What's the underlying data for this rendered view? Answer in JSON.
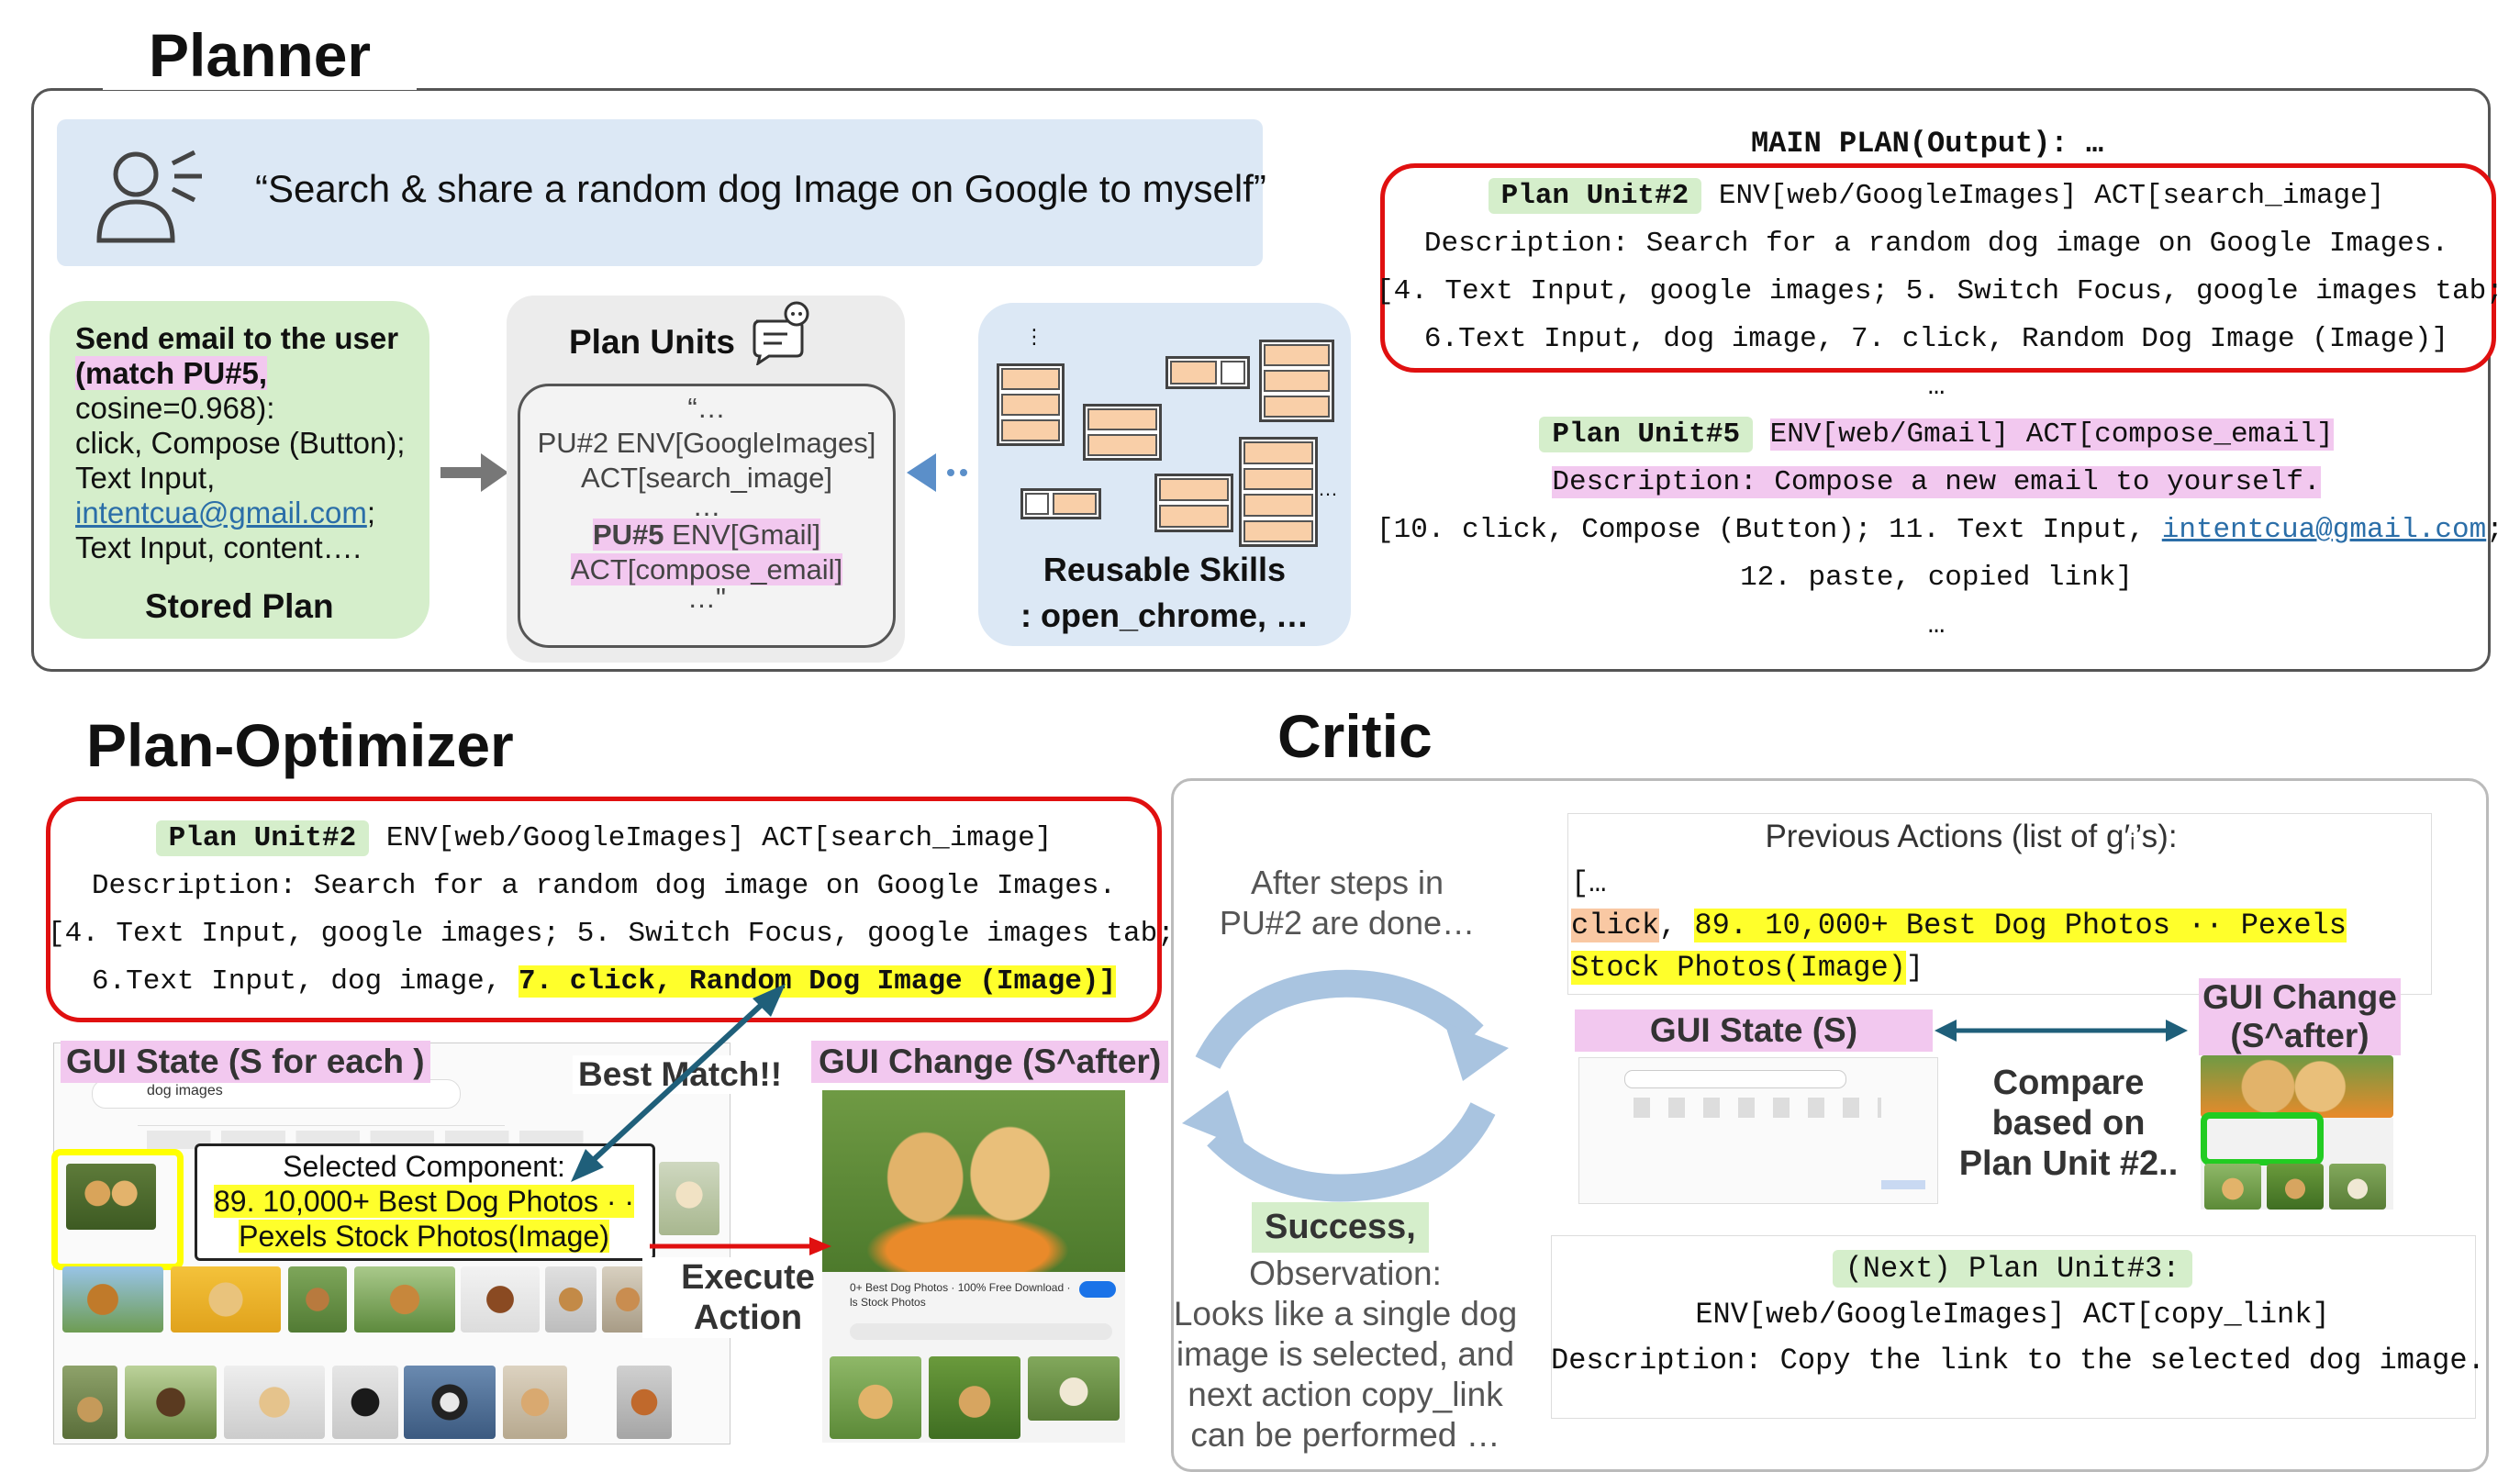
{
  "planner": {
    "title": "Planner",
    "task_quote": "“Search & share a random dog Image on Google to myself”",
    "stored_plan": {
      "line1": "Send email to the user",
      "line2": "(match PU#5,",
      "line3": "cosine=0.968):",
      "line4": "click, Compose (Button);",
      "line5": "Text Input,",
      "email": "intentcua@gmail.com",
      "line6_suffix": ";",
      "line7": "Text Input, content….",
      "label": "Stored Plan"
    },
    "plan_units": {
      "title": "Plan Units",
      "l1": "“…",
      "l2": "PU#2 ENV[GoogleImages]",
      "l3": "ACT[search_image]",
      "l4": "…",
      "l5_tag": "PU#5",
      "l5_rest": " ENV[Gmail]",
      "l6": "ACT[compose_email]",
      "l7": "…\""
    },
    "skills": {
      "label1": "Reusable Skills",
      "label2": ": open_chrome, …",
      "dots_v": "⋮",
      "dots_h": "…"
    },
    "main_plan": {
      "header": "MAIN PLAN(Output): …",
      "pu2_tag": "Plan Unit#2",
      "pu2_head": " ENV[web/GoogleImages] ACT[search_image]",
      "pu2_desc": "Description: Search for a random dog image on Google Images.",
      "pu2_steps1": "[4. Text Input, google images; 5. Switch Focus, google images tab;",
      "pu2_steps2": "6.Text Input, dog image, 7. click, Random Dog Image (Image)]",
      "ellipsis1": "…",
      "pu5_tag": "Plan Unit#5",
      "pu5_head": "ENV[web/Gmail] ACT[compose_email]",
      "pu5_desc": "Description: Compose a new email to yourself.",
      "pu5_steps1_pre": "[10. click, Compose (Button); 11. Text Input, ",
      "pu5_email": "intentcua@gmail.com",
      "pu5_steps1_post": ";",
      "pu5_steps2": "12. paste, copied link]",
      "ellipsis2": "…"
    }
  },
  "optimizer": {
    "title": "Plan-Optimizer",
    "pu2_tag": "Plan Unit#2",
    "pu2_head": " ENV[web/GoogleImages] ACT[search_image]",
    "pu2_desc": "Description: Search for a random dog image on Google Images.",
    "pu2_steps1": "[4. Text Input, google images; 5. Switch Focus, google images tab;",
    "pu2_steps2_pre": "6.Text Input, dog image, ",
    "pu2_steps2_hl": "7. click, Random Dog Image (Image)]",
    "gui_state": "GUI State (S for each )",
    "best_match": "Best Match!!",
    "gui_change": "GUI Change (S^after)",
    "selected_title": "Selected Component:",
    "selected_l1": "89. 10,000+ Best Dog Photos · ·",
    "selected_l2": "Pexels Stock Photos(Image)",
    "execute": "Execute",
    "action": "Action",
    "search_query": "dog images",
    "result_title": "0+ Best Dog Photos · 100% Free Download ·",
    "result_sub": "ls Stock Photos"
  },
  "critic": {
    "title": "Critic",
    "after1": "After steps in",
    "after2": "PU#2 are done…",
    "success": "Success,",
    "obs": "Observation:",
    "obs1": "Looks like a single dog",
    "obs2": "image is selected, and",
    "obs3": "next action copy_link",
    "obs4": "can be performed …",
    "prev_title": "Previous Actions (list of g′ᵢ’s):",
    "prev_open": "[…",
    "prev_click": "click",
    "prev_comma": ", ",
    "prev_hl1": "89. 10,000+ Best Dog Photos ·· Pexels",
    "prev_hl2": "Stock Photos(Image)",
    "prev_close": "]",
    "gui_state": "GUI State (S)",
    "gui_change1": "GUI Change",
    "gui_change2": "(S^after)",
    "compare1": "Compare",
    "compare2": "based on",
    "compare3": "Plan Unit #2..",
    "next_tag": "(Next) Plan Unit#3:",
    "next_head": "ENV[web/GoogleImages] ACT[copy_link]",
    "next_desc": "Description: Copy the link to the selected dog image."
  },
  "colors": {
    "blue_panel": "#dce8f5",
    "green_panel": "#d5eecb",
    "gray_panel": "#ececec",
    "pink": "#f2c8ef",
    "yellow": "#ffff2b",
    "red": "#e01010",
    "arrow_teal": "#1f5f7a",
    "cycle_blue": "#a9c4e0"
  },
  "icons": [
    "user-speaking-icon",
    "chat-robot-icon",
    "arrow-right-icon",
    "arrow-left-icon",
    "cycle-arrows-icon"
  ]
}
